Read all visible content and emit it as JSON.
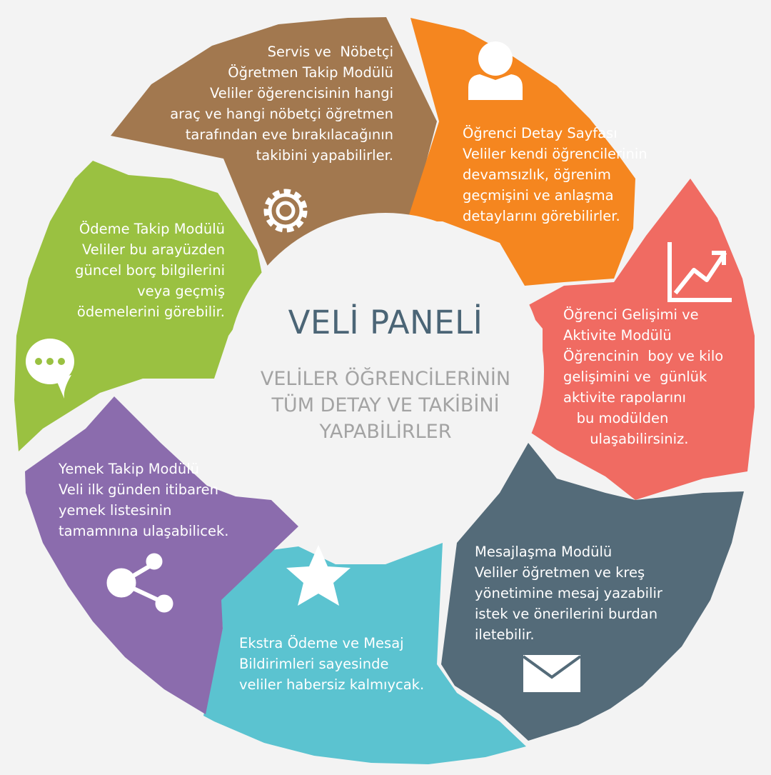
{
  "center": {
    "title": "VELİ PANELİ",
    "subtitle": [
      "VELİLER ÖĞRENCİLERİNİN",
      "TÜM DETAY VE TAKİBİNİ",
      "YAPABİLİRLER"
    ]
  },
  "segments": [
    {
      "id": "servis",
      "color": "#a2784f",
      "icon": "gear-icon",
      "lines": [
        "Servis ve  Nöbetçi",
        "Öğretmen Takip Modülü",
        "Veliler öğerencisinin hangi",
        "araç ve hangi nöbetçi öğretmen",
        "tarafından eve bırakılacağının",
        "takibini yapabilirler."
      ]
    },
    {
      "id": "ogrenci-detay",
      "color": "#f5861f",
      "icon": "user-icon",
      "lines": [
        "Öğrenci Detay Sayfası",
        "Veliler kendi öğrencilerinin",
        "devamsızlık, öğrenim",
        "geçmişini ve anlaşma",
        "detaylarını görebilirler."
      ]
    },
    {
      "id": "gelisim",
      "color": "#f06b62",
      "icon": "chart-icon",
      "lines": [
        "Öğrenci Gelişimi ve",
        "Aktivite Modülü",
        "Öğrencinin  boy ve kilo",
        "gelişimini ve  günlük",
        "aktivite rapolarını",
        "   bu modülden",
        "      ulaşabilirsiniz."
      ]
    },
    {
      "id": "mesajlasma",
      "color": "#546b79",
      "icon": "envelope-icon",
      "lines": [
        "Mesajlaşma Modülü",
        "Veliler öğretmen ve kreş",
        "yönetimine mesaj yazabilir",
        "istek ve önerilerini burdan",
        "iletebilir."
      ]
    },
    {
      "id": "ekstra",
      "color": "#5bc3d0",
      "icon": "star-icon",
      "lines": [
        "Ekstra Ödeme ve Mesaj",
        "Bildirimleri sayesinde",
        "veliler habersiz kalmıycak."
      ]
    },
    {
      "id": "yemek",
      "color": "#8b6cad",
      "icon": "share-icon",
      "lines": [
        "Yemek Takip Modülü",
        "Veli ilk günden itibaren",
        "yemek listesinin",
        "tamamnına ulaşabilicek."
      ]
    },
    {
      "id": "odeme",
      "color": "#9ac141",
      "icon": "chat-bubble-icon",
      "lines": [
        "Ödeme Takip Modülü",
        "Veliler bu arayüzden",
        "güncel borç bilgilerini",
        "veya geçmiş",
        "ödemelerini görebilir."
      ]
    }
  ]
}
